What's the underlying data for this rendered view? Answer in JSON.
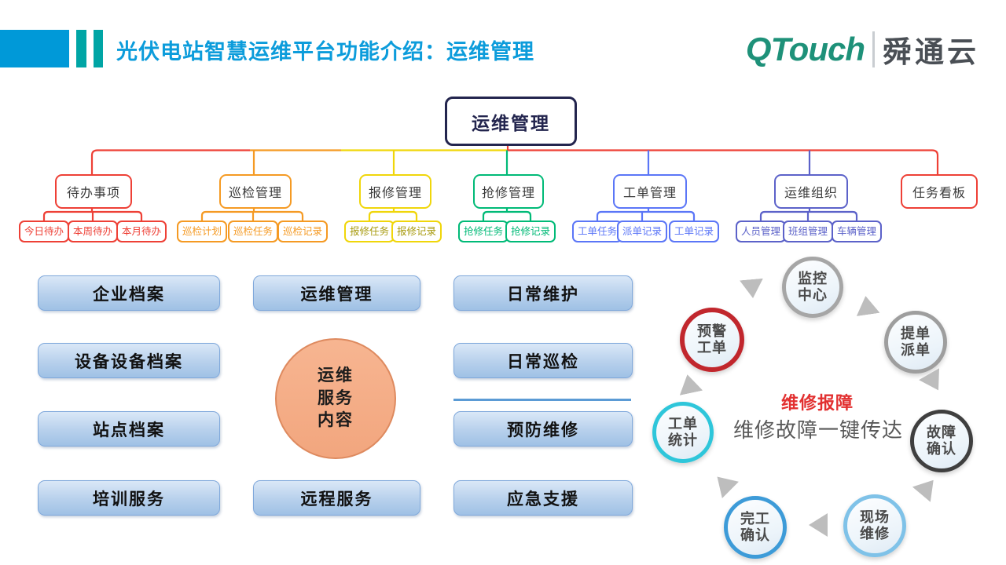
{
  "header": {
    "title": "光伏电站智慧运维平台功能介绍：运维管理",
    "logo": {
      "brand": "QTouch",
      "divider": "|",
      "suffix": "舜通云"
    },
    "colors": {
      "accent_block_blue": "#0099D8",
      "accent_bar_teal": "#00A5A5",
      "title": "#0C9CDB",
      "brand_green": "#1E9179",
      "suffix_dark": "#4A4F55"
    }
  },
  "tree": {
    "root": {
      "label": "运维管理",
      "color": "#23254E"
    },
    "branches": [
      {
        "id": "todo-items",
        "label": "待办事项",
        "color": "#EE4036",
        "children": [
          "今日待办",
          "本周待办",
          "本月待办"
        ]
      },
      {
        "id": "inspection-mgmt",
        "label": "巡检管理",
        "color": "#F59A23",
        "children": [
          "巡检计划",
          "巡检任务",
          "巡检记录"
        ]
      },
      {
        "id": "repair-report-mgmt",
        "label": "报修管理",
        "color": "#F0D60A",
        "child_text": "#A89B10",
        "children": [
          "报修任务",
          "报修记录"
        ]
      },
      {
        "id": "emergency-repair-mgmt",
        "label": "抢修管理",
        "color": "#00BA77",
        "children": [
          "抢修任务",
          "抢修记录"
        ]
      },
      {
        "id": "workorder-mgmt",
        "label": "工单管理",
        "color": "#5B76F7",
        "children": [
          "工单任务",
          "派单记录",
          "工单记录"
        ]
      },
      {
        "id": "om-organization",
        "label": "运维组织",
        "color": "#5C62C9",
        "children": [
          "人员管理",
          "班组管理",
          "车辆管理"
        ]
      },
      {
        "id": "task-board",
        "label": "任务看板",
        "color": "#EE4036",
        "children": []
      }
    ]
  },
  "service_matrix": {
    "column1": [
      "企业档案",
      "设备设备档案",
      "站点档案",
      "培训服务"
    ],
    "column2_top": "运维管理",
    "column2_bottom": "远程服务",
    "center_circle": {
      "lines": [
        "运维",
        "服务",
        "内容"
      ],
      "fill": "#F2A67E",
      "fill_top": "#F7B591",
      "border": "#DE8A5F"
    },
    "column3": [
      "日常维护",
      "日常巡检",
      "预防维修",
      "应急支援"
    ],
    "divider_color": "#5B9BD5",
    "box_border": "#7FA8DB"
  },
  "cycle": {
    "title": "维修报障",
    "subtitle": "维修故障一键传达",
    "title_color": "#E23030",
    "subtitle_color": "#595959",
    "arrow_color": "#BDBDBD",
    "nodes": [
      {
        "id": "monitoring-center",
        "label": "监控中心",
        "lines": [
          "监控",
          "中心"
        ],
        "border": "#A6A6A6"
      },
      {
        "id": "ticket-dispatch",
        "label": "提单派单",
        "lines": [
          "提单",
          "派单"
        ],
        "border": "#9E9E9E"
      },
      {
        "id": "fault-confirm",
        "label": "故障确认",
        "lines": [
          "故障",
          "确认"
        ],
        "border": "#3F3F3F"
      },
      {
        "id": "onsite-repair",
        "label": "现场维修",
        "lines": [
          "现场",
          "维修"
        ],
        "border": "#7FC2E8"
      },
      {
        "id": "completion-confirm",
        "label": "完工确认",
        "lines": [
          "完工",
          "确认"
        ],
        "border": "#3D9BD8"
      },
      {
        "id": "workorder-stats",
        "label": "工单统计",
        "lines": [
          "工单",
          "统计"
        ],
        "border": "#2EC6DA"
      },
      {
        "id": "warning-workorder",
        "label": "预警工单",
        "lines": [
          "预警",
          "工单"
        ],
        "border": "#C1272D"
      }
    ]
  }
}
